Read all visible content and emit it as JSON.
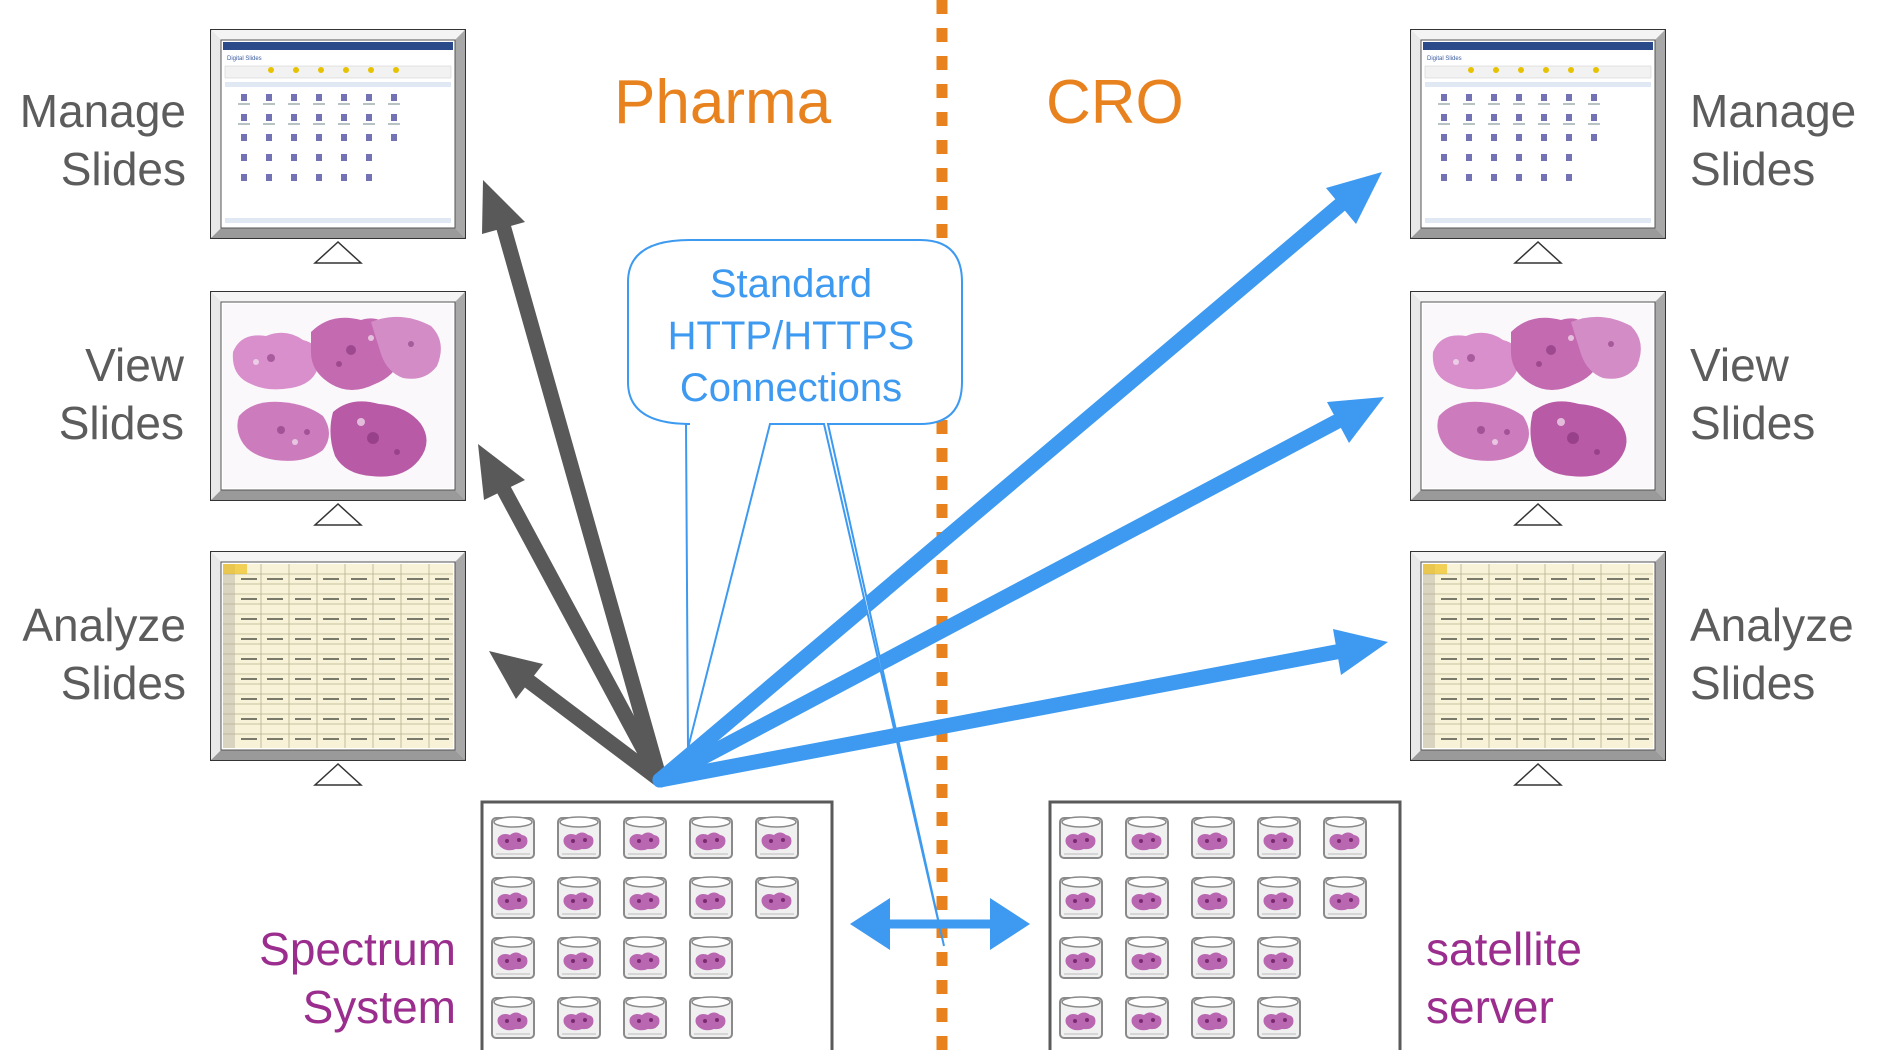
{
  "sides": {
    "left": "Pharma",
    "right": "CRO"
  },
  "left_labels": {
    "manage": [
      "Manage",
      "Slides"
    ],
    "view": [
      "View",
      "Slides"
    ],
    "analyze": [
      "Analyze",
      "Slides"
    ]
  },
  "right_labels": {
    "manage": [
      "Manage",
      "Slides"
    ],
    "view": [
      "View",
      "Slides"
    ],
    "analyze": [
      "Analyze",
      "Slides"
    ]
  },
  "callout": [
    "Standard",
    "HTTP/HTTPS",
    "Connections"
  ],
  "servers": {
    "left": [
      "Spectrum",
      "System"
    ],
    "right": [
      "satellite",
      "server"
    ]
  },
  "colors": {
    "orange": "#e8821e",
    "blue": "#3d9af0",
    "dark_arrow": "#595959",
    "purple": "#9a2d8d",
    "gray_text": "#5c5c5c"
  },
  "icons": {
    "monitor": "monitor-icon",
    "slide_jar": "slide-jar-icon",
    "tissue": "tissue-slide-image"
  }
}
